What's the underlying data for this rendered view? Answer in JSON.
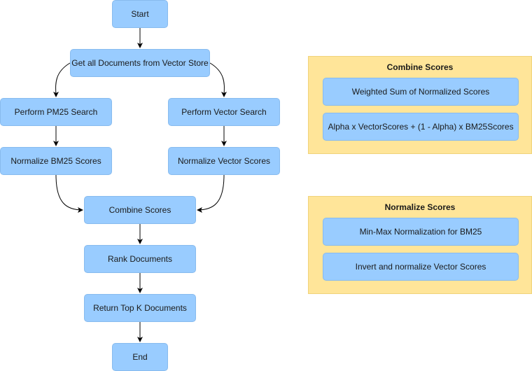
{
  "flow": {
    "start": "Start",
    "get_docs": "Get all Documents from Vector Store",
    "pm25_search": "Perform PM25 Search",
    "vector_search": "Perform Vector Search",
    "normalize_bm25": "Normalize BM25 Scores",
    "normalize_vector": "Normalize Vector Scores",
    "combine": "Combine Scores",
    "rank": "Rank Documents",
    "top_k": "Return Top K Documents",
    "end": "End"
  },
  "panels": {
    "combine": {
      "title": "Combine Scores",
      "items": [
        "Weighted Sum of Normalized Scores",
        "Alpha x VectorScores + (1 - Alpha) x BM25Scores"
      ]
    },
    "normalize": {
      "title": "Normalize Scores",
      "items": [
        "Min-Max Normalization for BM25",
        "Invert and normalize Vector Scores"
      ]
    }
  },
  "colors": {
    "node_fill": "#99ccff",
    "panel_fill": "#ffe599",
    "edge": "#000000"
  }
}
